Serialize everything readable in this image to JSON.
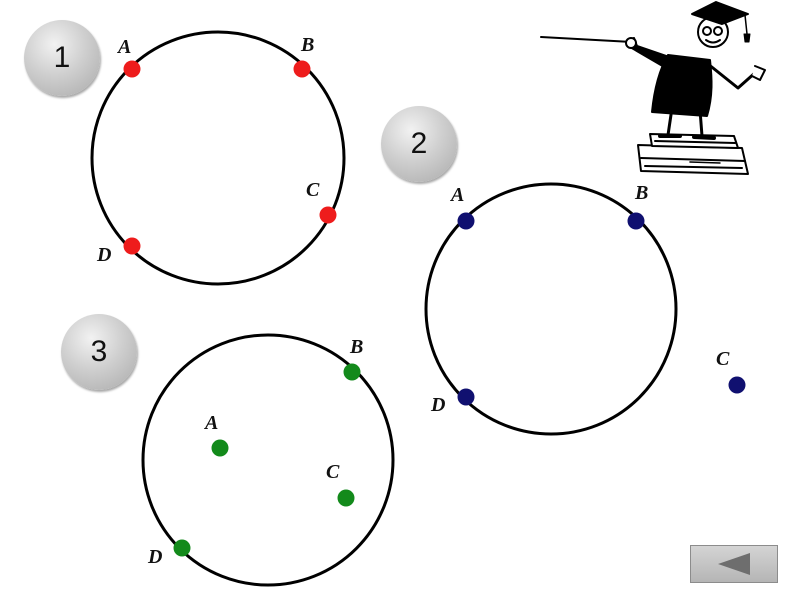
{
  "badges": [
    "1",
    "2",
    "3"
  ],
  "colors": {
    "figure1_points": "#ee1c1c",
    "figure2_points": "#101070",
    "figure3_points": "#138a1b",
    "circle_stroke": "#000000"
  },
  "figures": [
    {
      "label": "1",
      "points": [
        {
          "name": "A",
          "relation": "on circle"
        },
        {
          "name": "B",
          "relation": "on circle"
        },
        {
          "name": "C",
          "relation": "on circle"
        },
        {
          "name": "D",
          "relation": "on circle"
        }
      ]
    },
    {
      "label": "2",
      "points": [
        {
          "name": "A",
          "relation": "on circle"
        },
        {
          "name": "B",
          "relation": "on circle"
        },
        {
          "name": "C",
          "relation": "outside circle"
        },
        {
          "name": "D",
          "relation": "on circle"
        }
      ]
    },
    {
      "label": "3",
      "points": [
        {
          "name": "A",
          "relation": "inside circle"
        },
        {
          "name": "B",
          "relation": "on circle"
        },
        {
          "name": "C",
          "relation": "inside circle"
        },
        {
          "name": "D",
          "relation": "on circle"
        }
      ]
    }
  ],
  "icons": {
    "professor": "professor-pointer-icon",
    "back": "triangle-left-icon"
  }
}
